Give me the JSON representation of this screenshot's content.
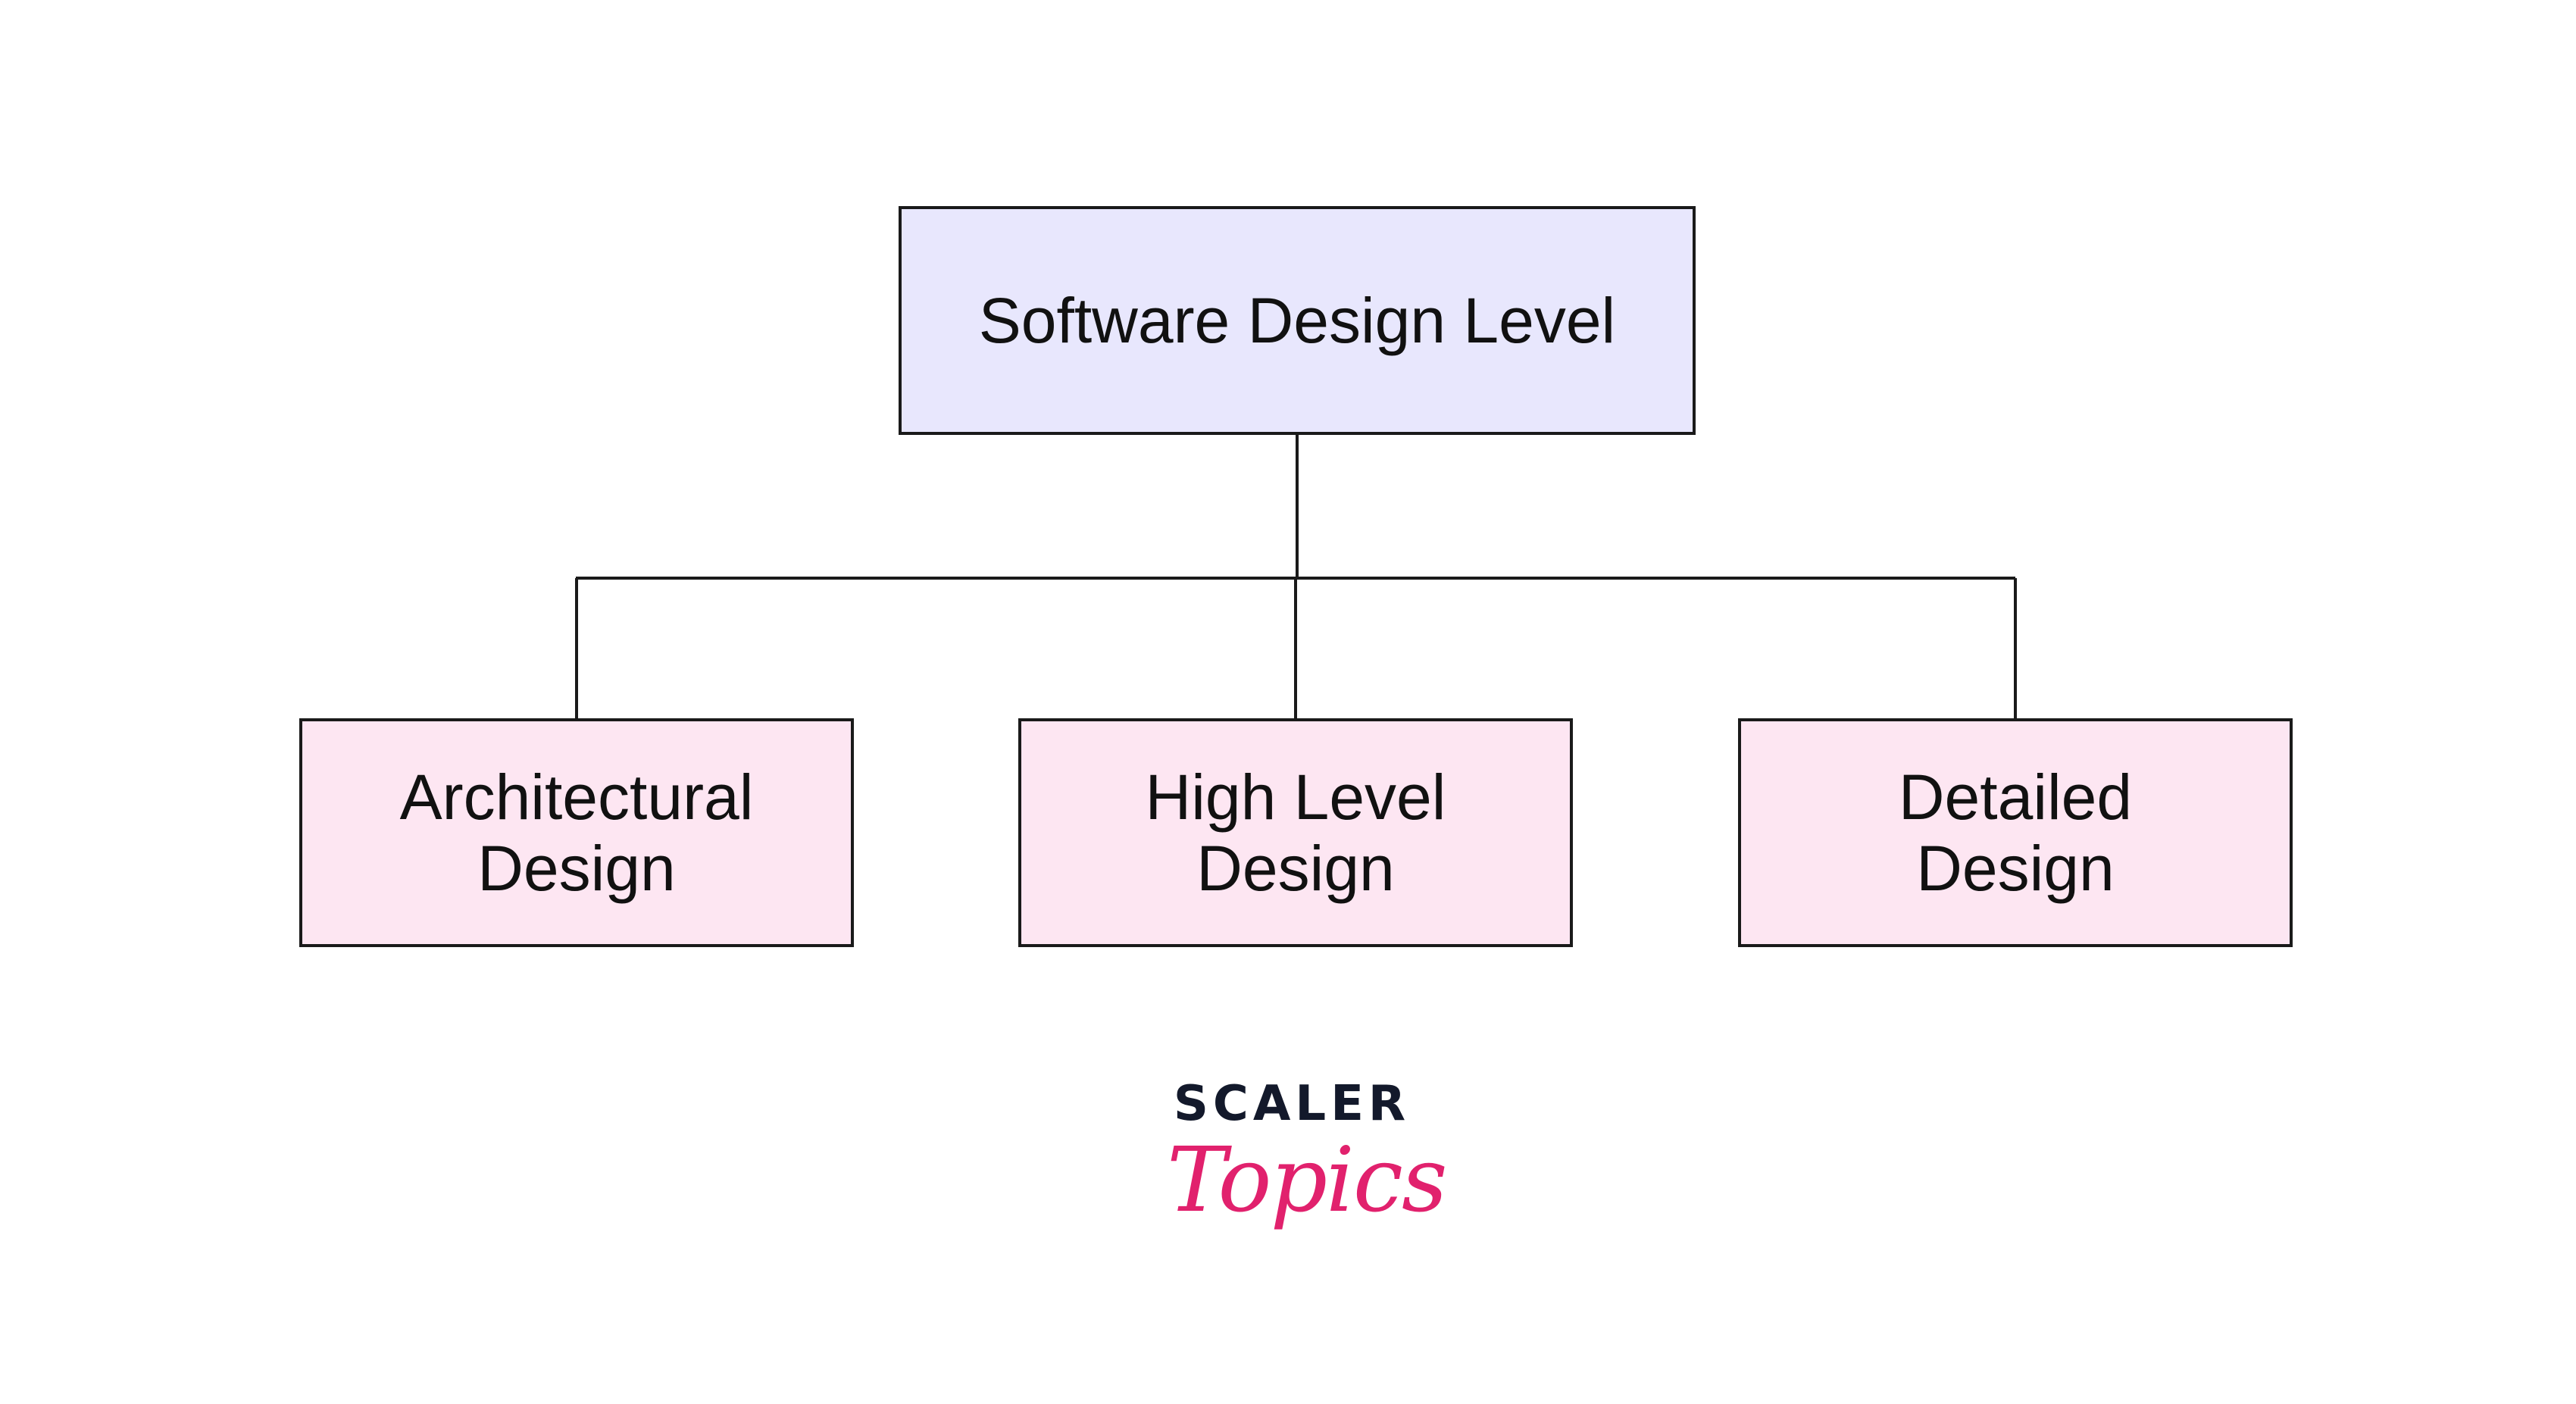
{
  "diagram": {
    "root": {
      "label": "Software Design Level",
      "fill": "#e8e7fd"
    },
    "children": [
      {
        "label_line1": "Architectural",
        "label_line2": "Design",
        "fill": "#fde6f2"
      },
      {
        "label_line1": "High Level",
        "label_line2": "Design",
        "fill": "#fde6f2"
      },
      {
        "label_line1": "Detailed",
        "label_line2": "Design",
        "fill": "#fde6f2"
      }
    ],
    "connector_color": "#1a1a1a"
  },
  "logo": {
    "brand": "SCALER",
    "script": "Topics",
    "brand_color": "#13192b",
    "script_color": "#e1216d"
  }
}
